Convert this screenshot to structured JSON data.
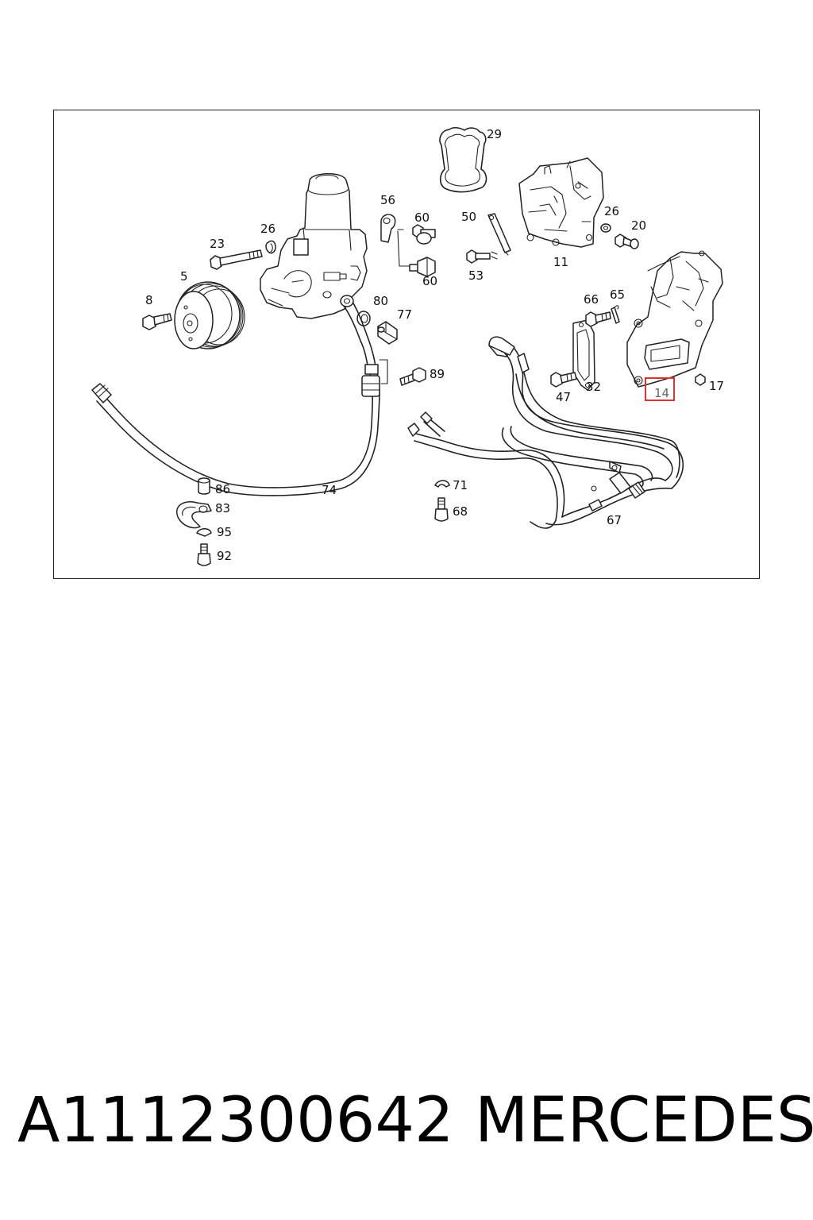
{
  "diagram": {
    "labels": {
      "l29": "29",
      "l56": "56",
      "l60a": "60",
      "l60b": "60",
      "l50": "50",
      "l26a": "26",
      "l26b": "26",
      "l20": "20",
      "l23": "23",
      "l5": "5",
      "l8": "8",
      "l53": "53",
      "l11": "11",
      "l80": "80",
      "l77": "77",
      "l66": "66",
      "l65": "65",
      "l89": "89",
      "l47": "47",
      "l32": "32",
      "l14": "14",
      "l17": "17",
      "l86": "86",
      "l83": "83",
      "l95": "95",
      "l92": "92",
      "l74": "74",
      "l71": "71",
      "l68": "68",
      "l67": "67"
    },
    "highlight": {
      "label": "14",
      "color": "#e0332f"
    }
  },
  "caption": {
    "part_number": "A1112300642",
    "brand": "MERCEDES"
  }
}
